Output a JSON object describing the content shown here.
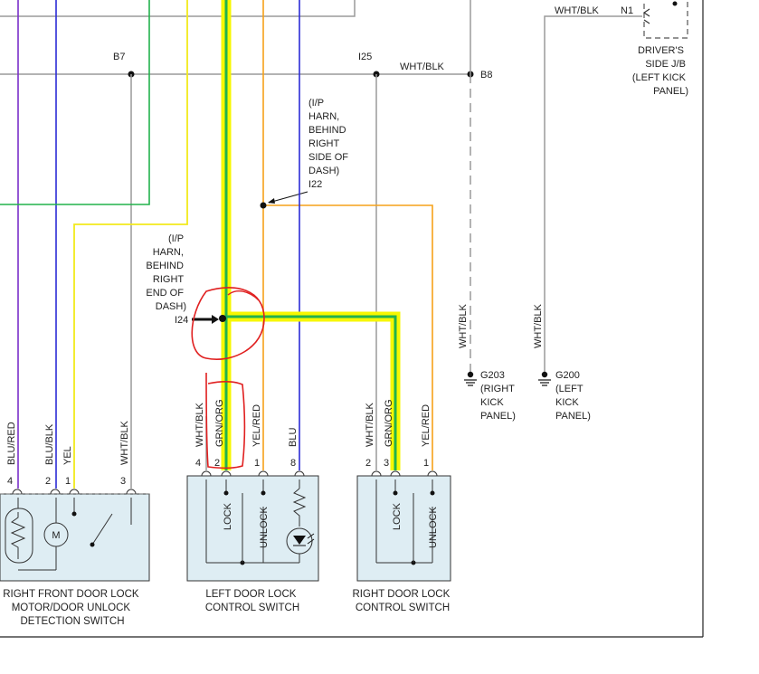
{
  "colors": {
    "wire_gray": "#9a9a9a",
    "wire_yellow": "#f2ea1c",
    "wire_green": "#22b24c",
    "wire_orange": "#f6a21a",
    "wire_blue": "#2b2bd6",
    "wire_purple": "#7a2fc9",
    "highlight": "#f7f700",
    "annotation": "#e02020",
    "component_fill": "#deedf3"
  },
  "top": {
    "b7": "B7",
    "i25": "I25",
    "wht_blk_top": "WHT/BLK",
    "b8": "B8",
    "wht_blk_right": "WHT/BLK",
    "n1": "N1",
    "jb_label": [
      "DRIVER'S",
      "SIDE J/B",
      "(LEFT KICK",
      "PANEL)"
    ]
  },
  "splices": {
    "i22_label": [
      "(I/P",
      "HARN,",
      "BEHIND",
      "RIGHT",
      "SIDE OF",
      "DASH)",
      "I22"
    ],
    "i24_label": [
      "(I/P",
      "HARN,",
      "BEHIND",
      "RIGHT",
      "END OF",
      "DASH)"
    ],
    "i24": "I24"
  },
  "grounds": {
    "g203_wire": "WHT/BLK",
    "g203": [
      "G203",
      "(RIGHT",
      "KICK",
      "PANEL)"
    ],
    "g200_wire": "WHT/BLK",
    "g200": [
      "G200",
      "(LEFT",
      "KICK",
      "PANEL)"
    ]
  },
  "right_front_door": {
    "wires": [
      "BLU/RED",
      "BLU/BLK",
      "YEL",
      "WHT/BLK"
    ],
    "pins": [
      "4",
      "2",
      "1",
      "3"
    ],
    "motor": "M",
    "caption": [
      "RIGHT FRONT DOOR LOCK",
      "MOTOR/DOOR UNLOCK",
      "DETECTION SWITCH"
    ]
  },
  "left_switch": {
    "wires": [
      "WHT/BLK",
      "GRN/ORG",
      "YEL/RED",
      "BLU"
    ],
    "pins": [
      "4",
      "2",
      "1",
      "8"
    ],
    "lock": "LOCK",
    "unlock": "UNLOCK",
    "caption": [
      "LEFT DOOR LOCK",
      "CONTROL SWITCH"
    ]
  },
  "right_switch": {
    "wires": [
      "WHT/BLK",
      "GRN/ORG",
      "YEL/RED"
    ],
    "pins": [
      "2",
      "3",
      "1"
    ],
    "lock": "LOCK",
    "unlock": "UNLOCK",
    "caption": [
      "RIGHT DOOR LOCK",
      "CONTROL SWITCH"
    ]
  }
}
